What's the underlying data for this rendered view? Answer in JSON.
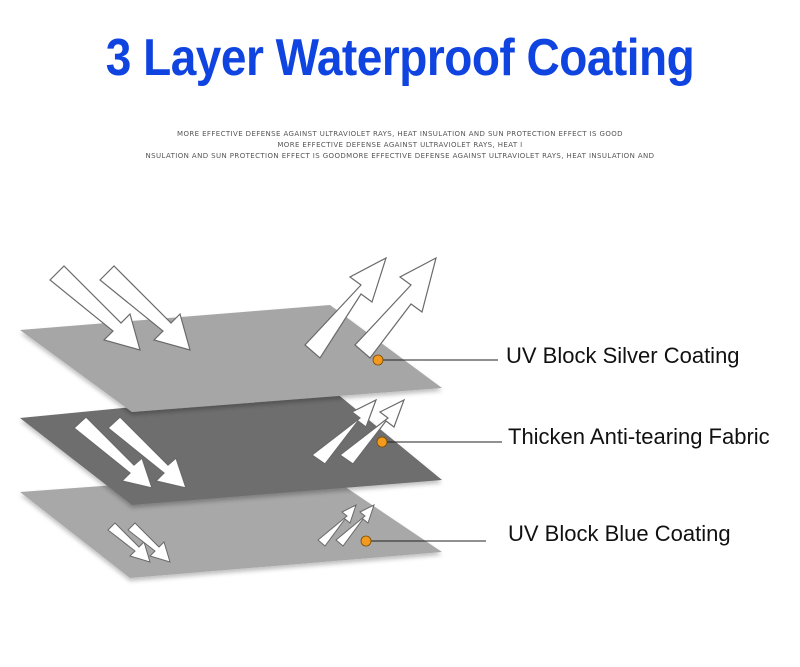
{
  "title": "3 Layer Waterproof Coating",
  "subtitle_lines": [
    "MORE EFFECTIVE DEFENSE AGAINST ULTRAVIOLET RAYS, HEAT INSULATION AND SUN PROTECTION EFFECT IS GOOD",
    "MORE EFFECTIVE DEFENSE AGAINST ULTRAVIOLET RAYS, HEAT I",
    "NSULATION AND SUN PROTECTION EFFECT IS GOODMORE EFFECTIVE DEFENSE AGAINST ULTRAVIOLET RAYS, HEAT INSULATION AND"
  ],
  "layers": [
    {
      "label": "UV Block Silver Coating",
      "color": "#a6a6a6"
    },
    {
      "label": "Thicken Anti-tearing Fabric",
      "color": "#6e6e6e"
    },
    {
      "label": "UV Block Blue Coating",
      "color": "#a8a8a8"
    }
  ],
  "colors": {
    "title": "#1044e0",
    "marker_dot": "#f29a1f",
    "arrow_fill": "#ffffff",
    "arrow_stroke": "#6a6a6a"
  }
}
